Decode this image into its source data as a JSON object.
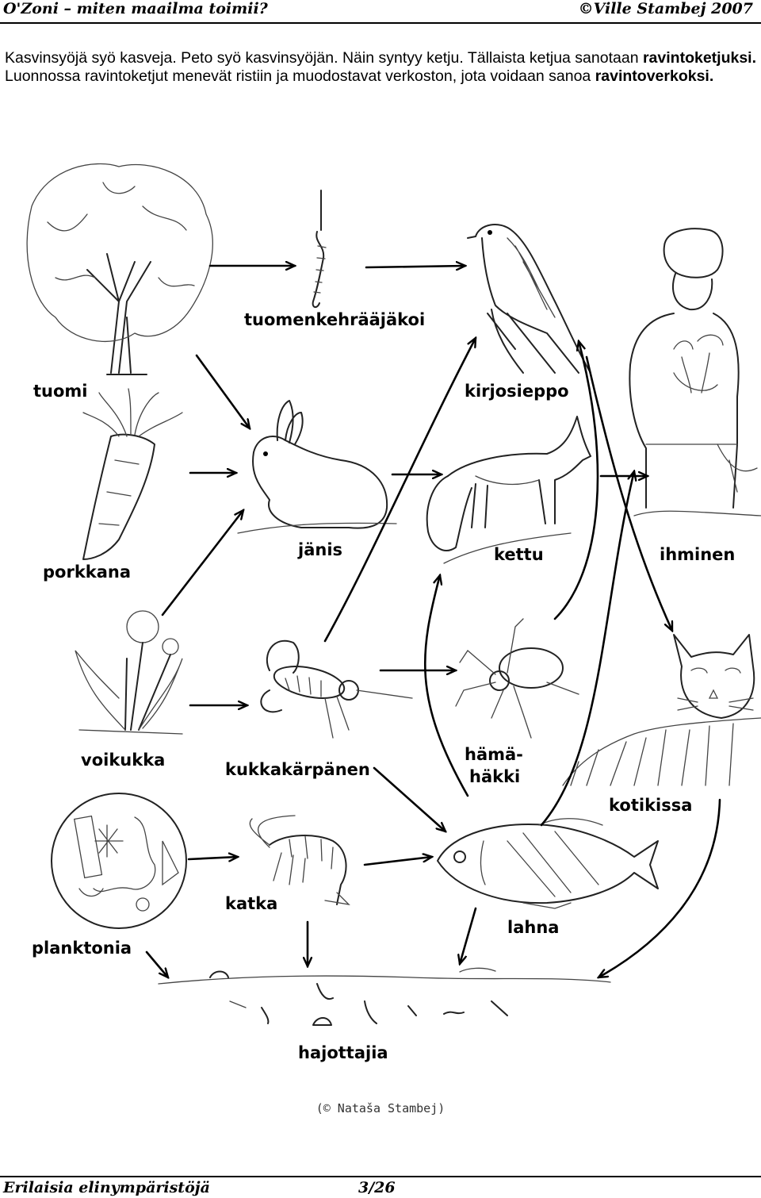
{
  "header": {
    "left": "O'Zoni – miten maailma toimii?",
    "right": "©Ville Stambej 2007"
  },
  "intro": {
    "part1": "Kasvinsyöjä syö kasveja. Peto syö kasvinsyöjän. Näin syntyy ketju. Tällaista ketjua sanotaan ",
    "bold1": "ravintoketjuksi.",
    "part2": " Luonnossa ravintoketjut menevät ristiin ja muodostavat verkoston, jota voidaan sanoa ",
    "bold2": "ravintoverkoksi."
  },
  "organisms": {
    "tuomi": "tuomi",
    "tuomenkehraajakoi": "tuomenkehrääjäkoi",
    "kirjosieppo": "kirjosieppo",
    "ihminen": "ihminen",
    "porkkana": "porkkana",
    "janis": "jänis",
    "kettu": "kettu",
    "voikukka": "voikukka",
    "kukkakarpanen": "kukkakärpänen",
    "hamahakki_1": "hämä-",
    "hamahakki_2": "häkki",
    "kotikissa": "kotikissa",
    "planktonia": "planktonia",
    "katka": "katka",
    "lahna": "lahna",
    "hajottajia": "hajottajia"
  },
  "credit": "(© Nataša Stambej)",
  "footer": {
    "left": "Erilaisia elinympäristöjä",
    "page": "3/26"
  },
  "colors": {
    "ink": "#000000",
    "sketch": "#222222",
    "paper": "#ffffff"
  }
}
